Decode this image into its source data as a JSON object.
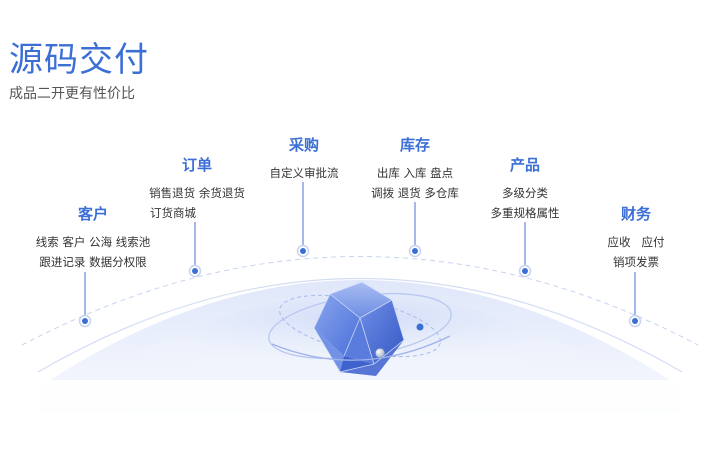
{
  "header": {
    "title": "源码交付",
    "subtitle": "成品二开更有性价比"
  },
  "colors": {
    "accent": "#3b6fd6",
    "text": "#333333",
    "subtext": "#555555"
  },
  "modules": [
    {
      "title": "客户",
      "lines": [
        "线索 客户 公海 线索池",
        "跟进记录  数据分权限"
      ]
    },
    {
      "title": "订单",
      "lines": [
        "销售退货  余货退货",
        "订货商城"
      ]
    },
    {
      "title": "采购",
      "lines": [
        "自定义审批流"
      ]
    },
    {
      "title": "库存",
      "lines": [
        "出库 入库 盘点",
        "调拨 退货 多仓库"
      ]
    },
    {
      "title": "产品",
      "lines": [
        "多级分类",
        "多重规格属性"
      ]
    },
    {
      "title": "财务",
      "lines": [
        "应收   应付",
        "销项发票"
      ]
    }
  ]
}
